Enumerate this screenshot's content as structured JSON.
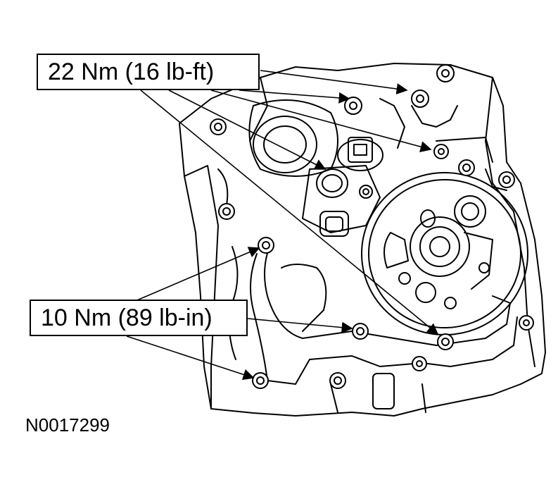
{
  "callouts": {
    "upper": "22 Nm (16 lb-ft)",
    "lower": "10 Nm (89 lb-in)"
  },
  "figure_id": "N0017299"
}
